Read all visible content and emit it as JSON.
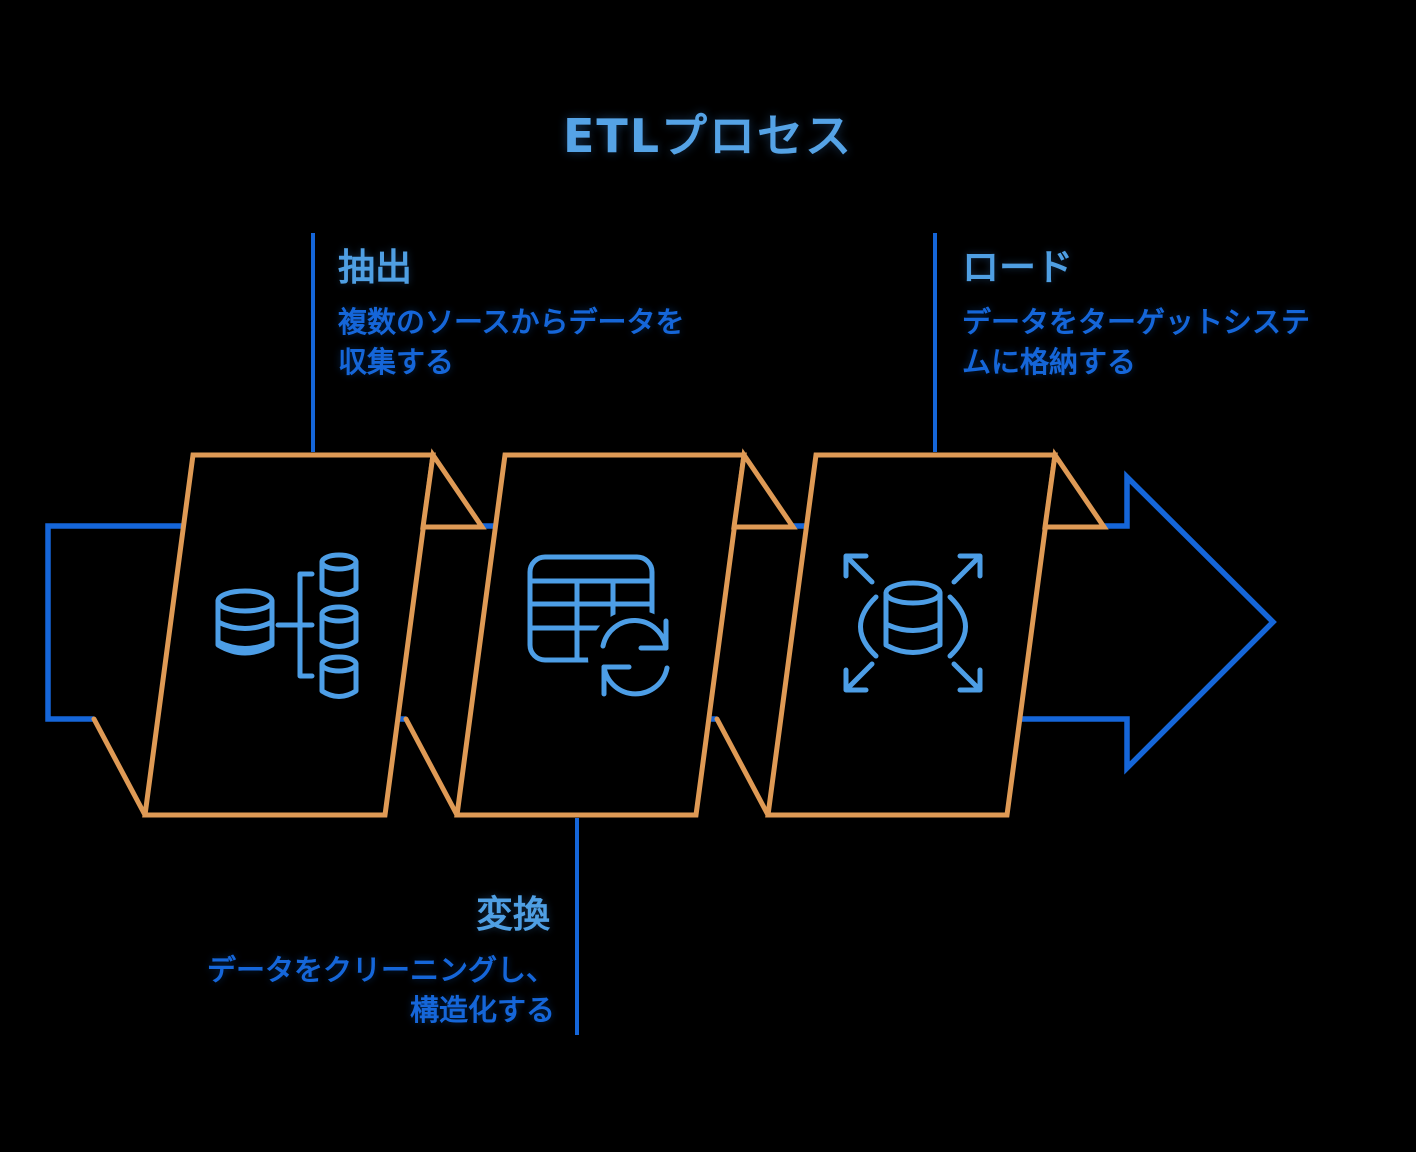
{
  "title": "ETLプロセス",
  "colors": {
    "background": "#000000",
    "shape_outline_orange": "#DF9A55",
    "flow_blue": "#1566D9",
    "heading_blue": "#4F9FE3",
    "title_blue": "#55A3E6",
    "icon_blue": "#4D9EE6"
  },
  "flow_arrow": {
    "direction": "left-to-right",
    "style": "outlined block arrow passing behind three skewed panels"
  },
  "stages": [
    {
      "label": "抽出",
      "description": "複数のソースからデータを収集する",
      "description_lines": [
        "複数のソースからデータを",
        "収集する"
      ],
      "icon": "database-sources-icon",
      "label_placement": "top-left"
    },
    {
      "label": "変換",
      "description": "データをクリーニングし、構造化する",
      "description_lines": [
        "データをクリーニングし、",
        "構造化する"
      ],
      "icon": "table-sync-icon",
      "label_placement": "bottom-center"
    },
    {
      "label": "ロード",
      "description": "データをターゲットシステムに格納する",
      "description_lines": [
        "データをターゲットシステ",
        "ムに格納する"
      ],
      "icon": "database-distribute-icon",
      "label_placement": "top-right"
    }
  ]
}
